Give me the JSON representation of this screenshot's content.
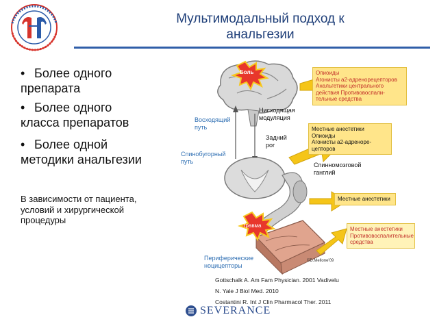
{
  "title": {
    "line1": "Мультимодальный подход к",
    "line2": "анальгезии"
  },
  "bullets": [
    {
      "marker": "•",
      "line1": "Более одного",
      "line2": "препарата"
    },
    {
      "marker": "•",
      "line1": "Более одного",
      "line2": "класса препаратов"
    },
    {
      "marker": "•",
      "line1": "Более одной",
      "line2": "методики анальгезии"
    }
  ],
  "note": {
    "line1": "В  зависимости от пациента,",
    "line2": "условий и хирургической",
    "line3": "процедуры"
  },
  "diagram": {
    "pain_label": "Боль",
    "trauma_label": "Травма",
    "ascending_path": {
      "line1": "Восходящий",
      "line2": "путь"
    },
    "spinothalamic_path": {
      "line1": "Спинобугорный",
      "line2": "путь"
    },
    "descending_modulation": {
      "line1": "Нисходящая",
      "line2": "модуляция"
    },
    "dorsal_horn": {
      "line1": "Задний",
      "line2": "рог"
    },
    "ganglion": {
      "line1": "Спинномозговой",
      "line2": "ганглий"
    },
    "nociceptors": {
      "line1": "Периферические",
      "line2": "ноцицепторы"
    },
    "copyright": "©D.Mellone'09",
    "box_brain": {
      "line1": "Опиоиды",
      "line2": "Агонисты  а2-адренорецепторов",
      "line3": "Анальгетики центрального",
      "line4": "действия Противовоспали-",
      "line5": "тельные средства"
    },
    "box_spinal": {
      "line1": "Местные анестетики",
      "line2": "Опиоиды",
      "line3": "Агонисты а2-адреноре-",
      "line4": "цепторов"
    },
    "box_ganglion": {
      "line1": "Местные анестетики"
    },
    "box_periphery": {
      "line1": "Местные анестетики",
      "line2": "Противовоспалительные",
      "line3": "средства"
    },
    "colors": {
      "arrow": "#f5c518",
      "burst_red": "#e8372b",
      "burst_yellow": "#f7c81e",
      "box_fill": "#ffe58a",
      "blue_label": "#2f6fb3"
    }
  },
  "references": [
    {
      "line1": "Gottschalk A. Am Fam Physician. 2001 Vadivelu",
      "line2": "N. Yale J Biol Med. 2010"
    },
    {
      "line1": "Costantini R. Int J Clin Pharmacol Ther. 2011",
      "line2": ""
    }
  ],
  "footer": {
    "brand": "SEVERANCE"
  }
}
